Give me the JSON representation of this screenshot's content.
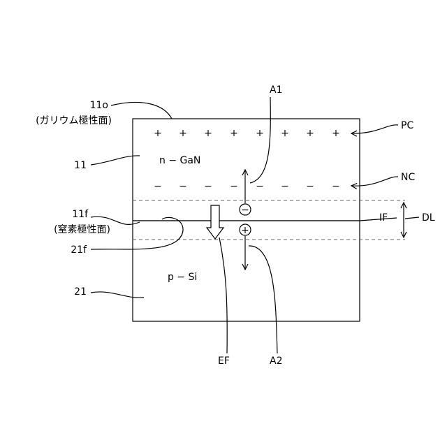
{
  "labels": {
    "gallium_face_ref": "11o",
    "gallium_face_name": "(ガリウム極性面)",
    "gan_ref": "11",
    "gan_layer": "n − GaN",
    "nitrogen_face_ref": "11f",
    "nitrogen_face_name": "(窒素極性面)",
    "si_face_ref": "21f",
    "si_layer": "p − Si",
    "si_ref": "21",
    "arrow_a1": "A1",
    "arrow_a2": "A2",
    "positive_charge": "PC",
    "negative_charge": "NC",
    "interface": "IF",
    "depletion_layer": "DL",
    "electric_field": "EF"
  },
  "symbols": {
    "plus": "+",
    "minus": "−",
    "circled_minus": "−",
    "circled_plus": "+"
  }
}
